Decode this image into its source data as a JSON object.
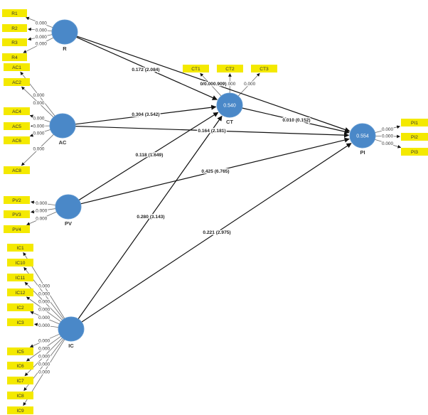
{
  "colors": {
    "construct_fill": "#4A88C8",
    "construct_stroke": "#5B95CF",
    "indicator_fill": "#F4E900",
    "line": "#111111"
  },
  "constructs": [
    {
      "id": "R",
      "name": "R",
      "r2": null
    },
    {
      "id": "AC",
      "name": "AC",
      "r2": null
    },
    {
      "id": "PV",
      "name": "PV",
      "r2": null
    },
    {
      "id": "IC",
      "name": "IC",
      "r2": null
    },
    {
      "id": "CT",
      "name": "CT",
      "r2": "0.540"
    },
    {
      "id": "PI",
      "name": "PI",
      "r2": "0.554"
    }
  ],
  "indicators": [
    {
      "id": "R1",
      "construct": "R",
      "loading": "0.000"
    },
    {
      "id": "R2",
      "construct": "R",
      "loading": "0.000"
    },
    {
      "id": "R3",
      "construct": "R",
      "loading": "0.000"
    },
    {
      "id": "R4",
      "construct": "R",
      "loading": "0.000"
    },
    {
      "id": "AC1",
      "construct": "AC",
      "loading": "0.000"
    },
    {
      "id": "AC2",
      "construct": "AC",
      "loading": "0.000"
    },
    {
      "id": "AC4",
      "construct": "AC",
      "loading": "0.000"
    },
    {
      "id": "AC5",
      "construct": "AC",
      "loading": "0.000"
    },
    {
      "id": "AC6",
      "construct": "AC",
      "loading": "0.000"
    },
    {
      "id": "AC8",
      "construct": "AC",
      "loading": "0.000"
    },
    {
      "id": "PV2",
      "construct": "PV",
      "loading": "0.000"
    },
    {
      "id": "PV3",
      "construct": "PV",
      "loading": "0.000"
    },
    {
      "id": "PV4",
      "construct": "PV",
      "loading": "0.000"
    },
    {
      "id": "IC1",
      "construct": "IC",
      "loading": "0.000"
    },
    {
      "id": "IC10",
      "construct": "IC",
      "loading": "0.000"
    },
    {
      "id": "IC11",
      "construct": "IC",
      "loading": "0.000"
    },
    {
      "id": "IC12",
      "construct": "IC",
      "loading": "0.000"
    },
    {
      "id": "IC2",
      "construct": "IC",
      "loading": "0.000"
    },
    {
      "id": "IC3",
      "construct": "IC",
      "loading": "0.000"
    },
    {
      "id": "IC5",
      "construct": "IC",
      "loading": "0.000"
    },
    {
      "id": "IC6",
      "construct": "IC",
      "loading": "0.000"
    },
    {
      "id": "IC7",
      "construct": "IC",
      "loading": "0.000"
    },
    {
      "id": "IC8",
      "construct": "IC",
      "loading": "0.000"
    },
    {
      "id": "IC9",
      "construct": "IC",
      "loading": "0.000"
    },
    {
      "id": "CT1",
      "construct": "CT",
      "loading": null
    },
    {
      "id": "CT2",
      "construct": "CT",
      "loading": "0.000"
    },
    {
      "id": "CT3",
      "construct": "CT",
      "loading": "0.000"
    },
    {
      "id": "PI1",
      "construct": "PI",
      "loading": "0.000"
    },
    {
      "id": "PI2",
      "construct": "PI",
      "loading": "0.000"
    },
    {
      "id": "PI3",
      "construct": "PI",
      "loading": "0.000"
    }
  ],
  "paths": [
    {
      "from": "R",
      "to": "CT",
      "label": "0.172 (2.084)"
    },
    {
      "from": "R",
      "to": "PI",
      "label": "0/0.000.909)"
    },
    {
      "from": "AC",
      "to": "CT",
      "label": "0.304 (3.542)"
    },
    {
      "from": "AC",
      "to": "PI",
      "label": "0.164 (2.181)"
    },
    {
      "from": "PV",
      "to": "CT",
      "label": "0.118 (1.649)"
    },
    {
      "from": "PV",
      "to": "PI",
      "label": "0.425 (6.765)"
    },
    {
      "from": "IC",
      "to": "CT",
      "label": "0.280 (3.143)"
    },
    {
      "from": "IC",
      "to": "PI",
      "label": "0.221 (2.975)"
    },
    {
      "from": "CT",
      "to": "PI",
      "label": "0.010 (0.152)"
    }
  ]
}
